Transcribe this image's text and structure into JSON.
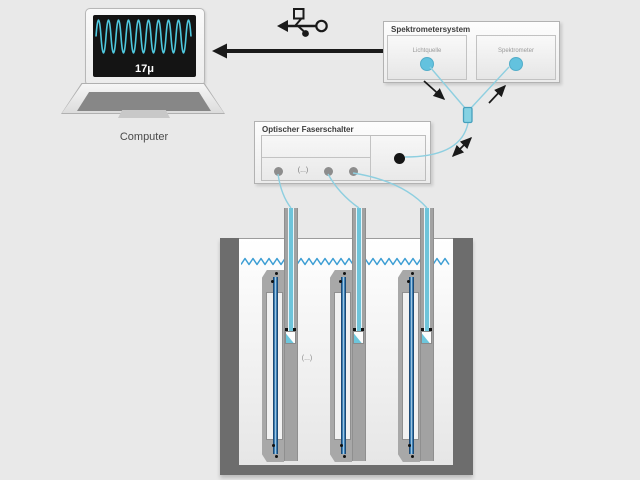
{
  "diagram": {
    "computer": {
      "label": "Computer",
      "display_reading": "17μ"
    },
    "usb_link": {
      "icon": "usb-icon",
      "arrow_icon": "arrow-left-icon"
    },
    "spectrometer_system": {
      "title": "Spektrometersystem",
      "modules": [
        {
          "label": "Lichtquelle"
        },
        {
          "label": "Spektrometer"
        }
      ]
    },
    "fiber_switch": {
      "title": "Optischer Faserschalter",
      "ellipsis": "(...)",
      "gray_port_count": 3,
      "common_port_count": 1
    },
    "coupler": {
      "icon": "fiber-coupler"
    },
    "tank": {
      "ellipsis": "(...)",
      "probe_count": 3
    },
    "colors": {
      "accent_cyan": "#63c2de",
      "fiber_cyan": "#8ecfe0",
      "water_blue": "#3d9ed4",
      "wave_cyan": "#4fc8de",
      "rod_blue": "#1d4a75",
      "tank_gray": "#6d6d6d",
      "display_black": "#141414"
    }
  }
}
